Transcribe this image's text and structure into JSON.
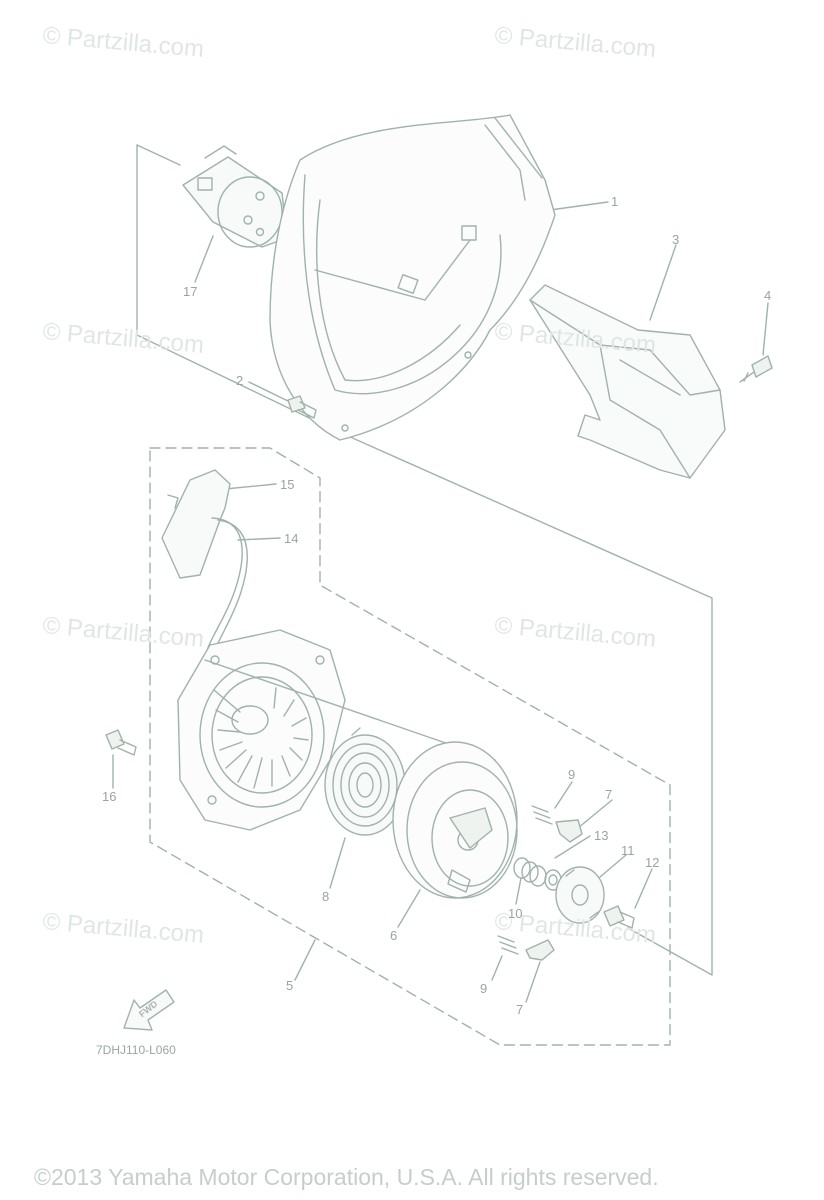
{
  "watermarks": [
    "© Partzilla.com",
    "© Partzilla.com",
    "© Partzilla.com",
    "© Partzilla.com",
    "© Partzilla.com",
    "© Partzilla.com",
    "© Partzilla.com",
    "© Partzilla.com"
  ],
  "callouts": [
    "1",
    "3",
    "4",
    "17",
    "2",
    "15",
    "14",
    "9",
    "7",
    "13",
    "11",
    "12",
    "16",
    "8",
    "10",
    "6",
    "9",
    "7",
    "5"
  ],
  "fwd_label": "FWD",
  "diagram_code": "7DHJ110-L060",
  "copyright": "©2013  Yamaha Motor Corporation, U.S.A. All rights reserved.",
  "colors": {
    "line": "#9fb3aa",
    "fill": "#f2f6f4",
    "label": "#9aa59f",
    "watermark": "#dfe6e3"
  }
}
